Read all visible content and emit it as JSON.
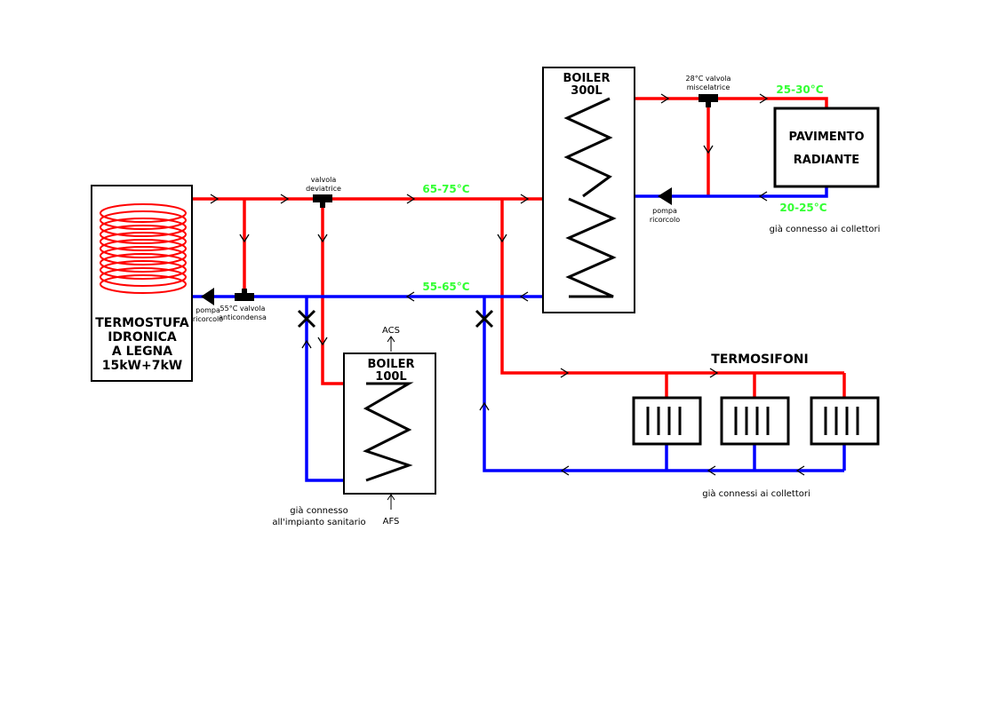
{
  "colors": {
    "hot": "#ff0000",
    "cold": "#0000ff",
    "temp_text": "#33ff33",
    "stroke": "#000000"
  },
  "stove": {
    "line1": "TERMOSTUFA",
    "line2": "IDRONICA",
    "line3": "A LEGNA",
    "line4": "15kW+7kW"
  },
  "boiler300": {
    "line1": "BOILER",
    "line2": "300L"
  },
  "boiler100": {
    "line1": "BOILER",
    "line2": "100L"
  },
  "floor": {
    "line1": "PAVIMENTO",
    "line2": "RADIANTE"
  },
  "radiators": {
    "title": "TERMOSIFONI"
  },
  "temps": {
    "supply_main": "65-75°C",
    "return_main": "55-65°C",
    "floor_supply": "25-30°C",
    "floor_return": "20-25°C"
  },
  "valves": {
    "diverter_line1": "valvola",
    "diverter_line2": "deviatrice",
    "mixing_line1": "28°C valvola",
    "mixing_line2": "miscelatrice",
    "anticondensa_line1": "55°C valvola",
    "anticondensa_line2": "anticondensa"
  },
  "pumps": {
    "stove_line1": "pompa",
    "stove_line2": "ricorcolo",
    "floor_line1": "pompa",
    "floor_line2": "ricorcolo"
  },
  "notes": {
    "floor_connected": "già connesso ai collettori",
    "radiators_connected": "già connessi ai collettori",
    "sanitary_line1": "già connesso",
    "sanitary_line2": "all'impianto sanitario",
    "acs": "ACS",
    "afs": "AFS"
  }
}
